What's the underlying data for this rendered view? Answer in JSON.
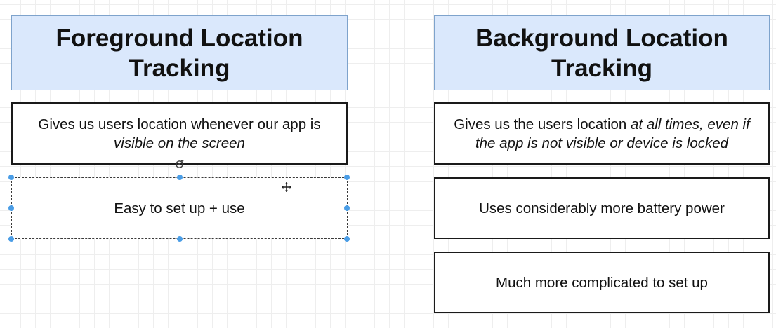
{
  "left": {
    "header": "Foreground Location Tracking",
    "card1": {
      "text": "Gives us users location whenever our app is",
      "italic": "visible on the screen"
    },
    "card2": "Easy to set up + use"
  },
  "right": {
    "header": "Background Location Tracking",
    "card1": {
      "text": "Gives us the users location",
      "italic": "at all times, even if the app is not visible or device is locked"
    },
    "card2": "Uses considerably more battery power",
    "card3": "Much more complicated to set up"
  },
  "colors": {
    "header_fill": "#dae8fc",
    "header_stroke": "#7ea3cc",
    "selection_handle": "#4a9de6",
    "card_stroke": "#1a1a1a"
  },
  "icons": {
    "rotate": "rotate-handle-icon",
    "move": "move-cursor-icon"
  }
}
